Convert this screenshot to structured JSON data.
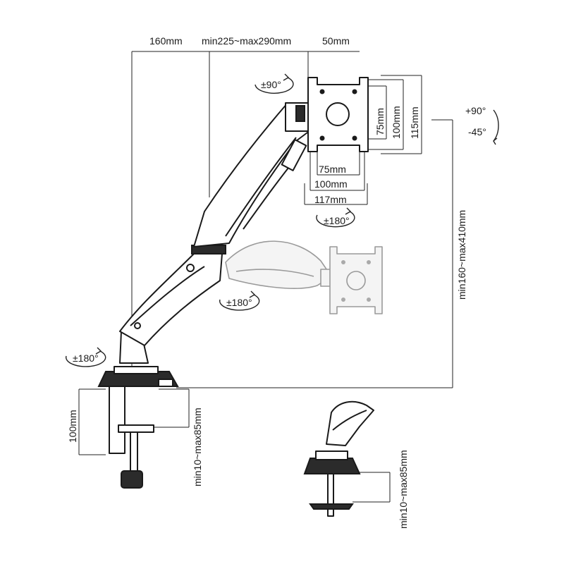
{
  "dimensions": {
    "top_160": "160mm",
    "top_arm": "min225~max290mm",
    "top_50": "50mm",
    "vesa_75_v": "75mm",
    "vesa_100_v": "100mm",
    "vesa_115_v": "115mm",
    "vesa_75_h": "75mm",
    "vesa_100_h": "100mm",
    "vesa_117_h": "117mm",
    "height_range": "min160~max410mm",
    "clamp_height": "100mm",
    "clamp_thickness": "min10~max85mm",
    "grommet_thickness": "min10~max85mm"
  },
  "rotations": {
    "head_rotate": "±90°",
    "tilt_up": "+90°",
    "tilt_down": "-45°",
    "swivel_head": "±180°",
    "swivel_mid": "±180°",
    "swivel_base": "±180°"
  },
  "icons": [
    "rotation-arrow-icon"
  ]
}
